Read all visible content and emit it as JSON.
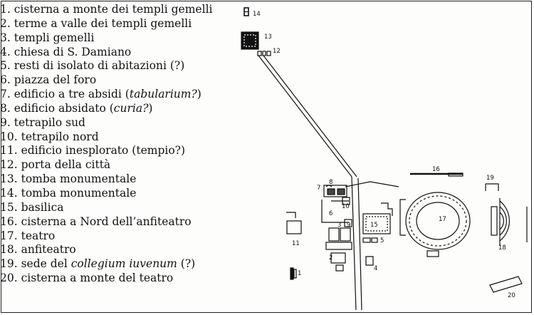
{
  "legend": [
    {
      "num": "1.",
      "pre": "cisterna a monte dei templi gemelli",
      "it": "",
      "post": ""
    },
    {
      "num": "2.",
      "pre": "terme a valle dei templi gemelli",
      "it": "",
      "post": ""
    },
    {
      "num": "3.",
      "pre": "templi gemelli",
      "it": "",
      "post": ""
    },
    {
      "num": "4.",
      "pre": "chiesa di S. Damiano",
      "it": "",
      "post": ""
    },
    {
      "num": "5.",
      "pre": "resti di isolato di abitazioni (?)",
      "it": "",
      "post": ""
    },
    {
      "num": "6.",
      "pre": "piazza del foro",
      "it": "",
      "post": ""
    },
    {
      "num": "7.",
      "pre": "edificio a tre absidi (",
      "it": "tabularium?",
      "post": ")"
    },
    {
      "num": "8.",
      "pre": "edificio absidato (",
      "it": "curia?",
      "post": ")"
    },
    {
      "num": "9.",
      "pre": "tetrapilo sud",
      "it": "",
      "post": ""
    },
    {
      "num": "10.",
      "pre": "tetrapilo nord",
      "it": "",
      "post": ""
    },
    {
      "num": "11.",
      "pre": "edificio inesplorato (tempio?)",
      "it": "",
      "post": ""
    },
    {
      "num": "12.",
      "pre": "porta della città",
      "it": "",
      "post": ""
    },
    {
      "num": "13.",
      "pre": "tomba monumentale",
      "it": "",
      "post": ""
    },
    {
      "num": "14.",
      "pre": "tomba monumentale",
      "it": "",
      "post": ""
    },
    {
      "num": "15.",
      "pre": "basilica",
      "it": "",
      "post": ""
    },
    {
      "num": "16.",
      "pre": "cisterna a Nord dell’anfiteatro",
      "it": "",
      "post": ""
    },
    {
      "num": "17.",
      "pre": "teatro",
      "it": "",
      "post": ""
    },
    {
      "num": "18.",
      "pre": "anfiteatro",
      "it": "",
      "post": ""
    },
    {
      "num": "19.",
      "pre": "sede del ",
      "it": "collegium iuvenum",
      "post": " (?)"
    },
    {
      "num": "20.",
      "pre": "cisterna a monte del teatro",
      "it": "",
      "post": ""
    }
  ],
  "map_labels": {
    "l1": "1",
    "l2": "2",
    "l3": "3",
    "l4": "4",
    "l5": "5",
    "l6": "6",
    "l7": "7",
    "l8": "8",
    "l9": "9",
    "l10": "10",
    "l11": "11",
    "l12": "12",
    "l13": "13",
    "l14": "14",
    "l15": "15",
    "l16": "16",
    "l17": "17",
    "l18": "18",
    "l19": "19",
    "l20": "20"
  }
}
